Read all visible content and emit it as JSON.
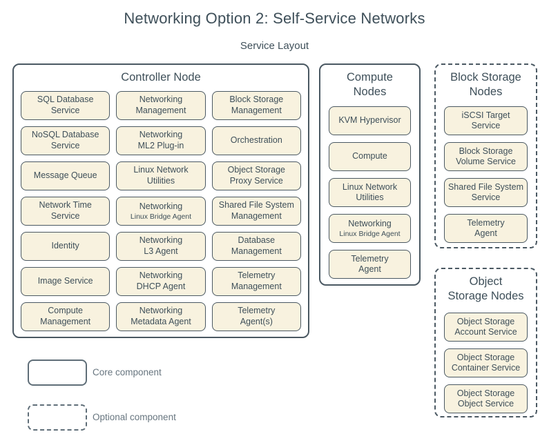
{
  "title": "Networking Option 2: Self-Service Networks",
  "subtitle": "Service Layout",
  "colors": {
    "heading_text": "#3e4f59",
    "box_fill": "#f8f2df",
    "box_border": "#4a5862",
    "legend_border": "#5f6e78",
    "background": "#ffffff"
  },
  "groups": {
    "controller": {
      "title": "Controller Node",
      "style": "core",
      "columns": [
        [
          {
            "label": "SQL Database\nService"
          },
          {
            "label": "NoSQL Database\nService"
          },
          {
            "label": "Message Queue"
          },
          {
            "label": "Network Time\nService"
          },
          {
            "label": "Identity"
          },
          {
            "label": "Image Service"
          },
          {
            "label": "Compute\nManagement"
          }
        ],
        [
          {
            "label": "Networking\nManagement"
          },
          {
            "label": "Networking\nML2 Plug-in"
          },
          {
            "label": "Linux Network\nUtilities"
          },
          {
            "label": "Networking",
            "sublabel": "Linux Bridge Agent"
          },
          {
            "label": "Networking\nL3 Agent"
          },
          {
            "label": "Networking\nDHCP Agent"
          },
          {
            "label": "Networking\nMetadata Agent"
          }
        ],
        [
          {
            "label": "Block Storage\nManagement"
          },
          {
            "label": "Orchestration"
          },
          {
            "label": "Object Storage\nProxy Service"
          },
          {
            "label": "Shared File System\nManagement"
          },
          {
            "label": "Database\nManagement"
          },
          {
            "label": "Telemetry\nManagement"
          },
          {
            "label": "Telemetry\nAgent(s)"
          }
        ]
      ]
    },
    "compute": {
      "title": "Compute\nNodes",
      "style": "core",
      "items": [
        {
          "label": "KVM Hypervisor"
        },
        {
          "label": "Compute"
        },
        {
          "label": "Linux Network\nUtilities"
        },
        {
          "label": "Networking",
          "sublabel": "Linux Bridge Agent"
        },
        {
          "label": "Telemetry\nAgent"
        }
      ]
    },
    "block_storage": {
      "title": "Block Storage\nNodes",
      "style": "optional",
      "items": [
        {
          "label": "iSCSI Target\nService"
        },
        {
          "label": "Block Storage\nVolume Service"
        },
        {
          "label": "Shared File System\nService"
        },
        {
          "label": "Telemetry\nAgent"
        }
      ]
    },
    "object_storage": {
      "title": "Object\nStorage Nodes",
      "style": "optional",
      "items": [
        {
          "label": "Object Storage\nAccount Service"
        },
        {
          "label": "Object Storage\nContainer Service"
        },
        {
          "label": "Object Storage\nObject Service"
        }
      ]
    }
  },
  "legend": {
    "core_label": "Core component",
    "optional_label": "Optional component"
  }
}
